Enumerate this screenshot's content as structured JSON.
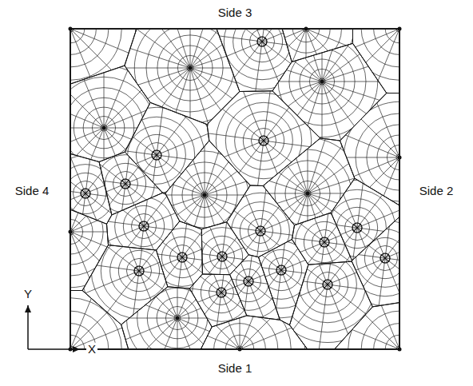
{
  "diagram": {
    "labels": [
      "Side 3",
      "Side 4",
      "Side 2",
      "Side 1",
      "Y",
      "X"
    ]
  }
}
